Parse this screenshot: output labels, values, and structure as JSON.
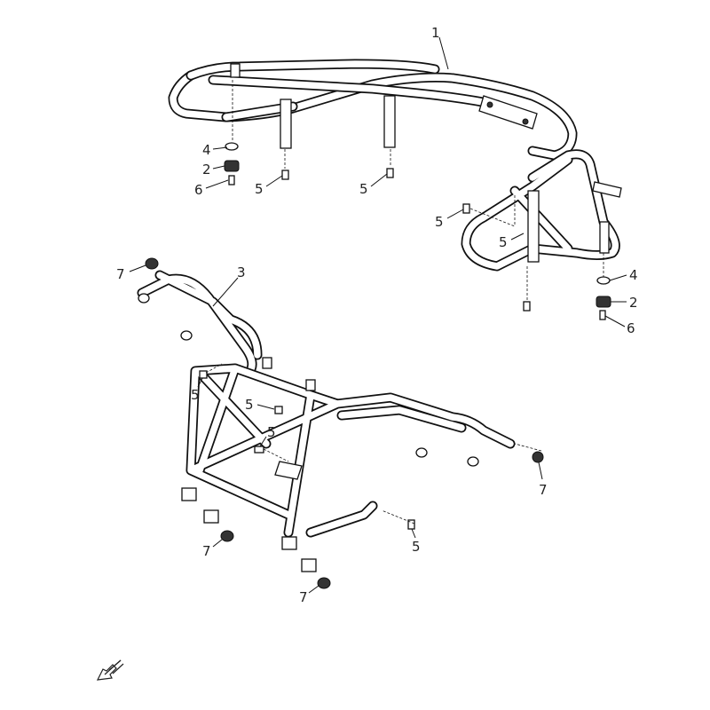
{
  "diagram": {
    "callouts": {
      "c1": "1",
      "c4a": "4",
      "c2a": "2",
      "c6a": "6",
      "c5a": "5",
      "c5b": "5",
      "c5c": "5",
      "c5d": "5",
      "c4b": "4",
      "c2b": "2",
      "c6b": "6",
      "c7a": "7",
      "c3": "3",
      "c5e": "5",
      "c5f": "5",
      "c5g": "5",
      "c7b": "7",
      "c5h": "5",
      "c7c": "7",
      "c7d": "7"
    },
    "icons": {
      "direction": "arrow-down-left-icon"
    }
  }
}
